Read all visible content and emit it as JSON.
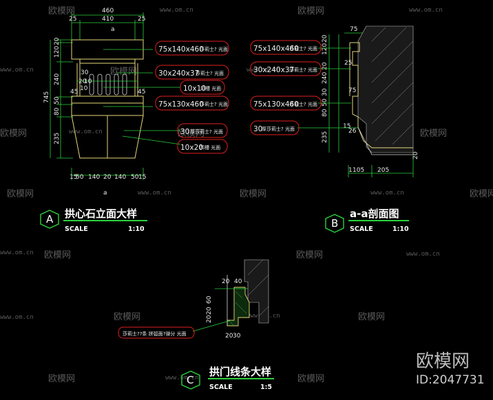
{
  "watermarks": {
    "brand": "欧模网",
    "url": "www.om.cn",
    "big_brand": "欧模网",
    "id_label": "ID:2047731"
  },
  "drawing_a": {
    "marker": "A",
    "title": "拱心石立面大样",
    "scale_label": "SCALE",
    "scale_value": "1:10",
    "top_dims": [
      "460",
      "25",
      "410",
      "25"
    ],
    "center_mark": "a",
    "left_dims": [
      "745",
      "20",
      "120",
      "240",
      "50",
      "80",
      "235"
    ],
    "inner_dims": [
      "30",
      "20",
      "10",
      "10",
      "45",
      "45"
    ],
    "bottom_dims": [
      "15",
      "50",
      "140",
      "20",
      "140",
      "50",
      "15"
    ],
    "callouts": [
      "75x140x460",
      "30x240x37",
      "10x10",
      "75x130x460",
      "30",
      "10x20"
    ],
    "callout_suffixes": [
      "莎莉士? 光面",
      "莎莉士? 光面",
      "凹槽 光面",
      "莎莉士? 光面",
      "厚莎莉士? 光面",
      "凹槽 光面"
    ]
  },
  "drawing_b": {
    "marker": "B",
    "title": "a-a剖面图",
    "scale_label": "SCALE",
    "scale_value": "1:10",
    "top_dim": "75",
    "left_dims": [
      "20",
      "120",
      "20",
      "240",
      "30",
      "50",
      "80",
      "235"
    ],
    "side_dims": [
      "25",
      "75",
      "15",
      "26"
    ],
    "bottom_dims": [
      "1",
      "105",
      "205"
    ],
    "right_dim": "20",
    "callouts": [
      "75x140x460",
      "30x240x37",
      "75x130x460",
      "30"
    ],
    "callout_suffixes": [
      "莎莉士? 光面",
      "莎莉士? 光面",
      "莎莉士? 光面",
      "厚莎莉士? 光面"
    ]
  },
  "drawing_c": {
    "marker": "C",
    "title": "拱门线条大样",
    "scale_label": "SCALE",
    "scale_value": "1:5",
    "dims_top": [
      "20",
      "40"
    ],
    "dims_left": [
      "20",
      "20",
      "60"
    ],
    "dims_bottom": [
      "20",
      "30"
    ],
    "callout": "莎莉士??条 拼弧面?弹分 光面"
  }
}
